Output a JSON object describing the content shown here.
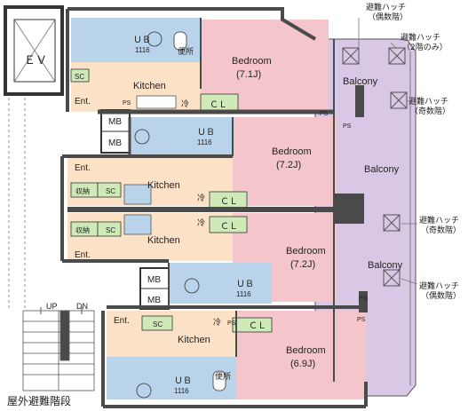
{
  "colors": {
    "bedroom": "#f4c6cb",
    "kitchen": "#fbe2c7",
    "bath": "#b9d4ea",
    "storage": "#cfe9b8",
    "balcony": "#d8c8e6",
    "wall": "#4a4a4a"
  },
  "core": {
    "ev": "ＥＶ",
    "mb": "MB"
  },
  "units": [
    {
      "bedroom": "Bedroom",
      "size": "(7.1J)",
      "kitchen": "Kitchen",
      "ub": "ＵＢ",
      "ub_size": "1116",
      "entrance": "Ent.",
      "cl": "ＣＬ",
      "sc": "SC",
      "toilet": "便所",
      "fridge": "冷",
      "ps": "PS"
    },
    {
      "bedroom": "Bedroom",
      "size": "(7.2J)",
      "kitchen": "Kitchen",
      "ub": "ＵＢ",
      "ub_size": "1116",
      "entrance": "Ent.",
      "cl": "ＣＬ",
      "sc": "SC",
      "storage": "収納",
      "fridge": "冷",
      "ps": "PS"
    },
    {
      "bedroom": "Bedroom",
      "size": "(7.2J)",
      "kitchen": "Kitchen",
      "ub": "ＵＢ",
      "ub_size": "1116",
      "entrance": "Ent.",
      "cl": "ＣＬ",
      "sc": "SC",
      "storage": "収納",
      "fridge": "冷",
      "ps": "PS"
    },
    {
      "bedroom": "Bedroom",
      "size": "(6.9J)",
      "kitchen": "Kitchen",
      "ub": "ＵＢ",
      "ub_size": "1116",
      "entrance": "Ent.",
      "cl": "ＣＬ",
      "sc": "SC",
      "toilet": "便所",
      "fridge": "冷",
      "ps": "PS"
    }
  ],
  "balcony": {
    "label": "Balcony"
  },
  "hatches": [
    {
      "title": "避難ハッチ",
      "note": "（偶数階）"
    },
    {
      "title": "避難ハッチ",
      "note": "（2階のみ）"
    },
    {
      "title": "避難ハッチ",
      "note": "（奇数階）"
    },
    {
      "title": "避難ハッチ",
      "note": "（奇数階）"
    },
    {
      "title": "避難ハッチ",
      "note": "（偶数階）"
    }
  ],
  "stairs": {
    "up": "UP",
    "down": "DN",
    "caption": "屋外避難階段"
  }
}
